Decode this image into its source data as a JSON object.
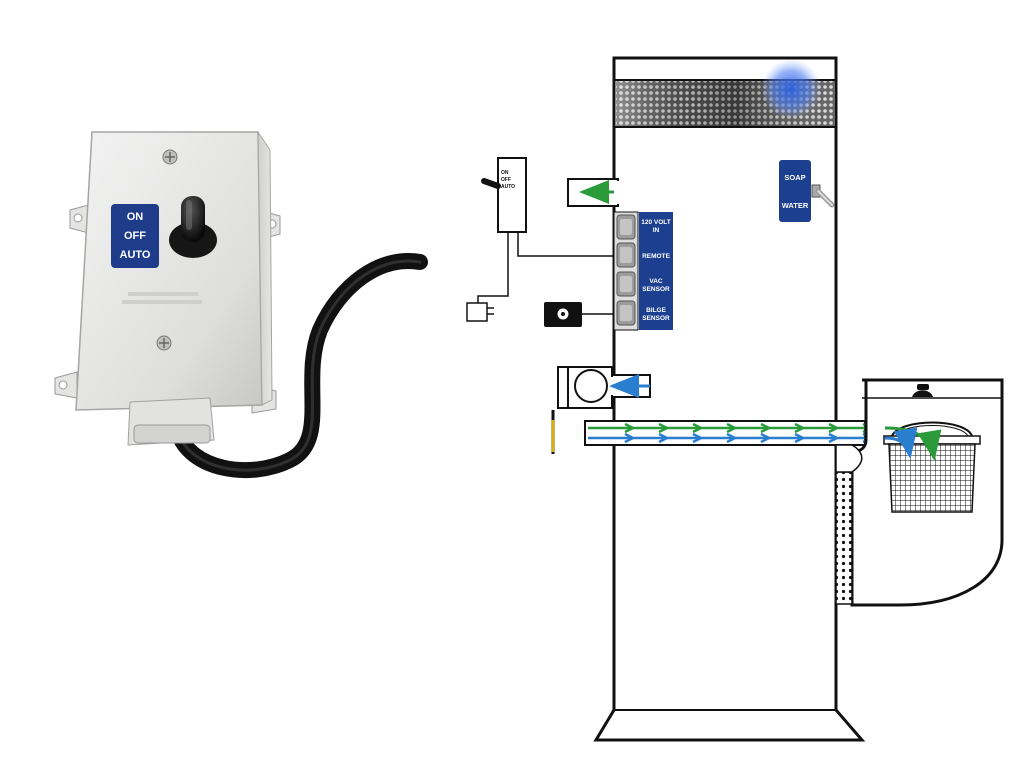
{
  "photo_switch_label": {
    "line1": "ON",
    "line2": "OFF",
    "line3": "AUTO"
  },
  "diagram_switch_label": {
    "line1": "ON",
    "line2": "OFF",
    "line3": "AUTO"
  },
  "ports": [
    {
      "id": "port-120v",
      "line1": "120 VOLT",
      "line2": "IN"
    },
    {
      "id": "port-remote",
      "line1": "REMOTE",
      "line2": ""
    },
    {
      "id": "port-vac",
      "line1": "VAC",
      "line2": "SENSOR"
    },
    {
      "id": "port-bilge",
      "line1": "BILGE",
      "line2": "SENSOR"
    }
  ],
  "selector": {
    "top": "SOAP",
    "bottom": "WATER"
  },
  "colors": {
    "panel_blue": "#1d3f8f",
    "flow_green": "#2a9a3a",
    "flow_blue": "#2a7ed0",
    "outline": "#111111",
    "glow": "#3a6fe0"
  },
  "icons": {
    "photo": "toggle-switch-box-photo",
    "drain": "drain-valve-handle-icon",
    "pump": "pump-icon",
    "basket": "strainer-basket-icon"
  }
}
